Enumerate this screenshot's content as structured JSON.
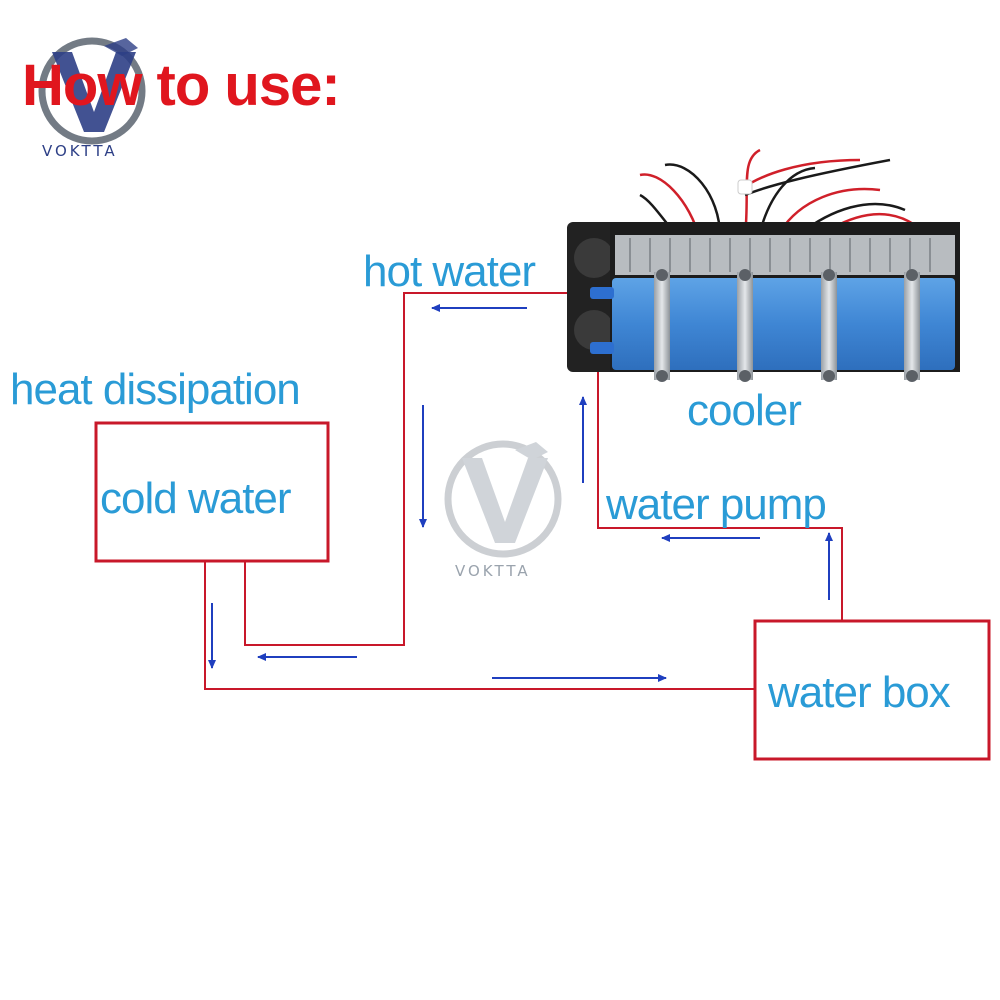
{
  "title": {
    "text": "How to use:"
  },
  "logo": {
    "brand": "VOKTTA"
  },
  "watermark": {
    "brand": "VOKTTA"
  },
  "labels": {
    "hot_water": "hot water",
    "heat_dissipation": "heat dissipation",
    "cold_water": "cold water",
    "cooler": "cooler",
    "water_pump": "water pump",
    "water_box": "water box"
  },
  "colors": {
    "title_red": "#e0161e",
    "label_blue": "#2a9bd6",
    "line_red": "#c8182a",
    "arrow_blue": "#1f3fbf",
    "tec_blue": "#3f86d4"
  },
  "icons": [
    "logo-v-mark",
    "watermark-v-mark",
    "arrow"
  ]
}
